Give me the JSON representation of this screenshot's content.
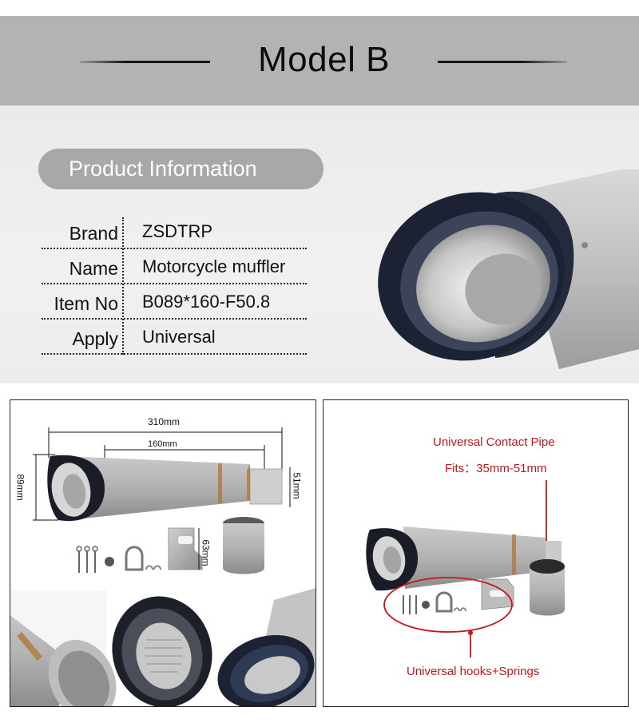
{
  "header": {
    "title": "Model B"
  },
  "info": {
    "section_label": "Product Information",
    "rows": [
      {
        "key": "Brand",
        "value": "ZSDTRP"
      },
      {
        "key": "Name",
        "value": "Motorcycle muffler"
      },
      {
        "key": "Item No",
        "value": "B089*160-F50.8"
      },
      {
        "key": "Apply",
        "value": "Universal"
      }
    ]
  },
  "diagram": {
    "length_total": "310mm",
    "length_body": "160mm",
    "height_outlet": "89mm",
    "inlet_diameter": "51mm",
    "bracket_height": "63mm"
  },
  "accessories": {
    "pipe_title": "Universal Contact Pipe",
    "pipe_fit": "Fits：35mm-51mm",
    "hooks_label": "Universal hooks+Springs"
  },
  "colors": {
    "header_band": "#b3b3b3",
    "pill": "#a8a8a8",
    "label_red": "#c4161c",
    "tip_dark": "#1c2233"
  }
}
